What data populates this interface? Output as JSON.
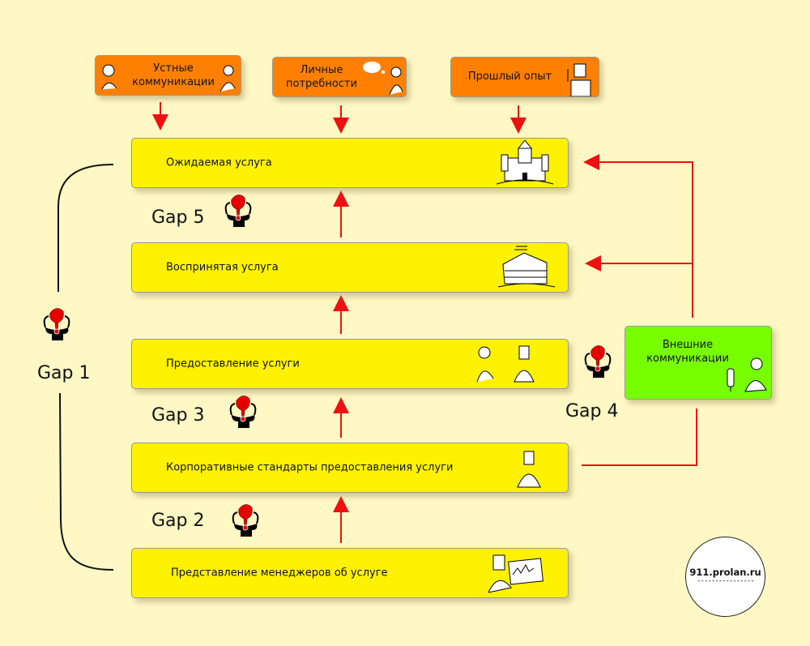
{
  "colors": {
    "background": "#fff8c4",
    "source_box": "#ff8000",
    "stage_box": "#fff200",
    "external_box": "#77ff00",
    "arrow": "#ee1111",
    "gap_head": "#e60000"
  },
  "sources": [
    {
      "label_line1": "Устные",
      "label_line2": "коммуникации",
      "icon": "two-people-talking-icon"
    },
    {
      "label_line1": "Личные",
      "label_line2": "потребности",
      "icon": "woman-thinking-icon"
    },
    {
      "label": "Прошлый опыт",
      "icon": "man-pointing-icon"
    }
  ],
  "stages": [
    {
      "label": "Ожидаемая услуга",
      "icon": "castle-icon"
    },
    {
      "label": "Воспринятая услуга",
      "icon": "hut-icon"
    },
    {
      "label": "Предоставление услуги",
      "icon": "service-people-icon"
    },
    {
      "label": "Корпоративные стандарты предоставления услуги",
      "icon": "manager-icon"
    },
    {
      "label": "Представление менеджеров об услуге",
      "icon": "presenter-chart-icon"
    }
  ],
  "external": {
    "label_line1": "Внешние",
    "label_line2": "коммуникации",
    "icon": "woman-at-computer-icon"
  },
  "gaps": [
    {
      "label": "Gap 1"
    },
    {
      "label": "Gap 2"
    },
    {
      "label": "Gap 3"
    },
    {
      "label": "Gap 4"
    },
    {
      "label": "Gap 5"
    }
  ],
  "badge": {
    "url": "911.prolan.ru",
    "underline": "----------------"
  }
}
